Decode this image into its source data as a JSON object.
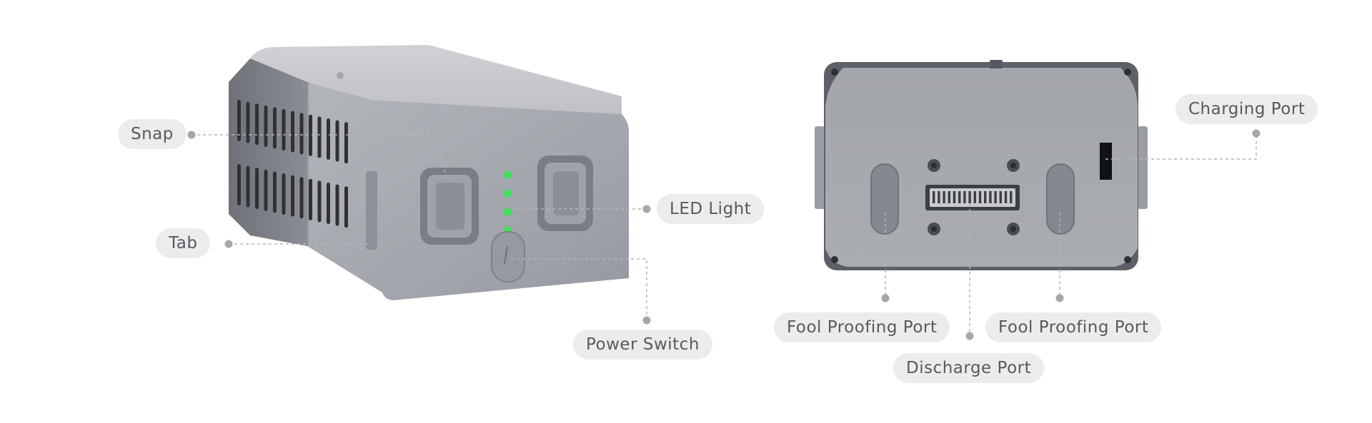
{
  "colors": {
    "body": "#a7aab0",
    "body_light": "#c4c6cb",
    "body_dark": "#7d8086",
    "led": "#3fe05a",
    "label_bg": "#ececec",
    "label_text": "#555a60",
    "callout": "#b4b6ba"
  },
  "labels": {
    "snap": "Snap",
    "tab": "Tab",
    "led_light": "LED Light",
    "power_switch": "Power Switch",
    "charging_port": "Charging Port",
    "fool_proofing_left": "Fool Proofing Port",
    "fool_proofing_right": "Fool Proofing Port",
    "discharge_port": "Discharge Port"
  },
  "led": {
    "count": 4,
    "lit": 4
  }
}
